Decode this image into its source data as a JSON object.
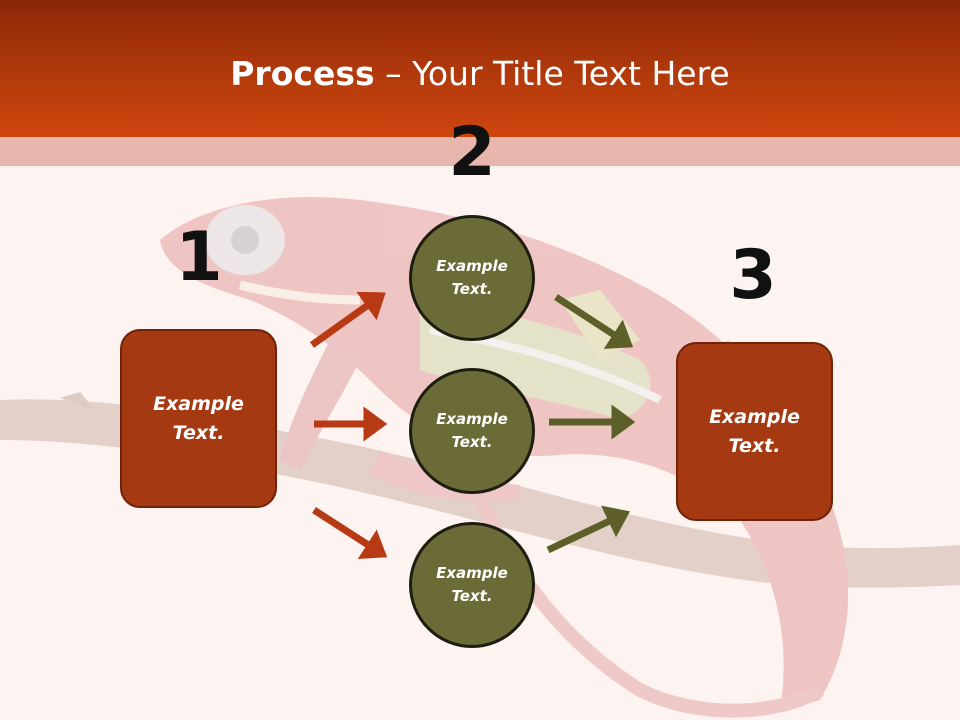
{
  "title": {
    "bold": "Process",
    "separator": " – ",
    "rest": "Your Title Text Here"
  },
  "steps": [
    {
      "number": "1",
      "text": "Example\nText."
    },
    {
      "number": "2",
      "items": [
        "Example\nText.",
        "Example\nText.",
        "Example\nText."
      ]
    },
    {
      "number": "3",
      "text": "Example\nText."
    }
  ],
  "colors": {
    "header": "#b23a0c",
    "box_fill": "#a53a12",
    "circle_fill": "#6b6b38",
    "arrow_left": "#b83a15",
    "arrow_right": "#5c6028"
  }
}
